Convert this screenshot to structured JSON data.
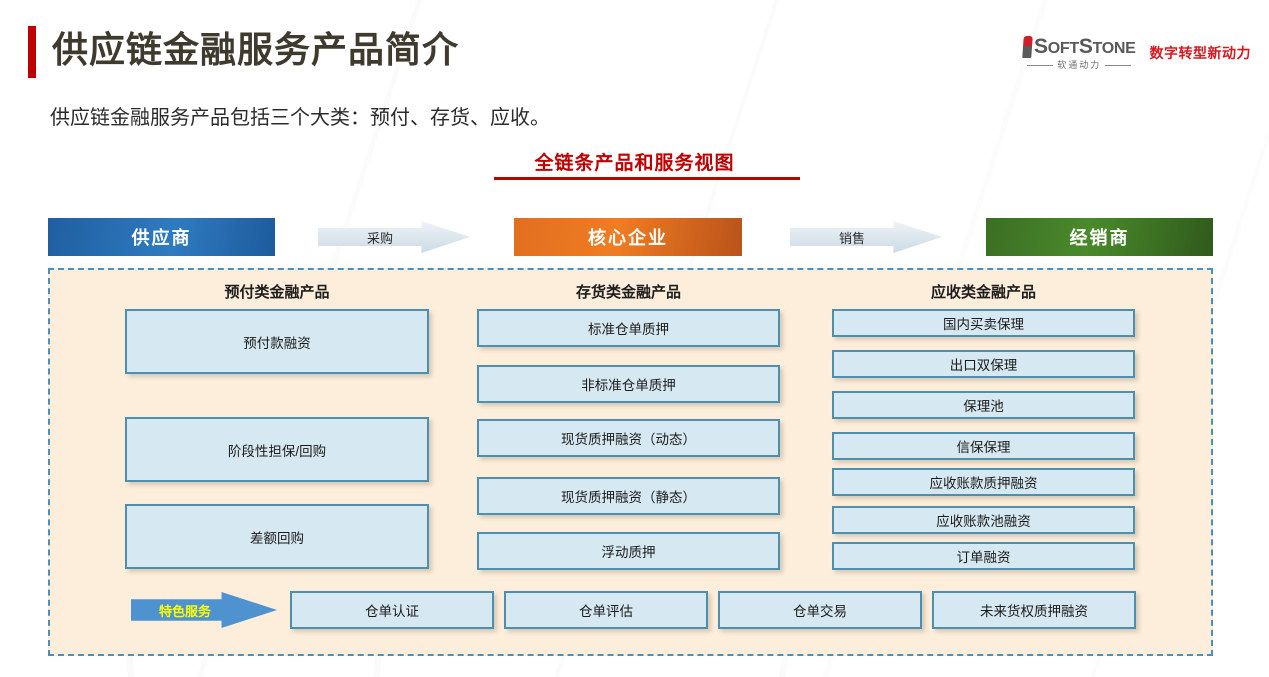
{
  "header": {
    "title": "供应链金融服务产品简介",
    "subtitle": "供应链金融服务产品包括三个大类：预付、存货、应收。",
    "accent_color": "#c00000",
    "title_color": "#3e3a2e"
  },
  "logo": {
    "wordmark_i": "i",
    "wordmark_soft": "S",
    "wordmark_soft_rest": "OFT",
    "wordmark_stone": "S",
    "wordmark_stone_rest": "TONE",
    "chinese_name": "软通动力",
    "slogan": "数字转型新动力",
    "slogan_color": "#d6191e"
  },
  "section": {
    "heading": "全链条产品和服务视图",
    "heading_color": "#c00000"
  },
  "flow": {
    "roles": [
      {
        "label": "供应商",
        "color": "#1f5fa0"
      },
      {
        "label": "核心企业",
        "color": "#e06f1f"
      },
      {
        "label": "经销商",
        "color": "#3b6e23"
      }
    ],
    "arrows": [
      {
        "label": "采购"
      },
      {
        "label": "销售"
      }
    ]
  },
  "panel": {
    "background": "#fdeedb",
    "border_color": "#4a90b8",
    "columns": [
      {
        "header": "预付类金融产品",
        "items": [
          "预付款融资",
          "阶段性担保/回购",
          "差额回购"
        ]
      },
      {
        "header": "存货类金融产品",
        "items": [
          "标准仓单质押",
          "非标准仓单质押",
          "现货质押融资（动态）",
          "现货质押融资（静态）",
          "浮动质押"
        ]
      },
      {
        "header": "应收类金融产品",
        "items": [
          "国内买卖保理",
          "出口双保理",
          "保理池",
          "信保保理",
          "应收账款质押融资",
          "应收账款池融资",
          "订单融资"
        ]
      }
    ],
    "special": {
      "arrow_label": "特色服务",
      "arrow_color": "#4e92cf",
      "arrow_text_color": "#ffff00",
      "items": [
        "仓单认证",
        "仓单评估",
        "仓单交易",
        "未来货权质押融资"
      ]
    },
    "box_fill": "#d6e8f1",
    "box_border": "#4e8fae"
  }
}
